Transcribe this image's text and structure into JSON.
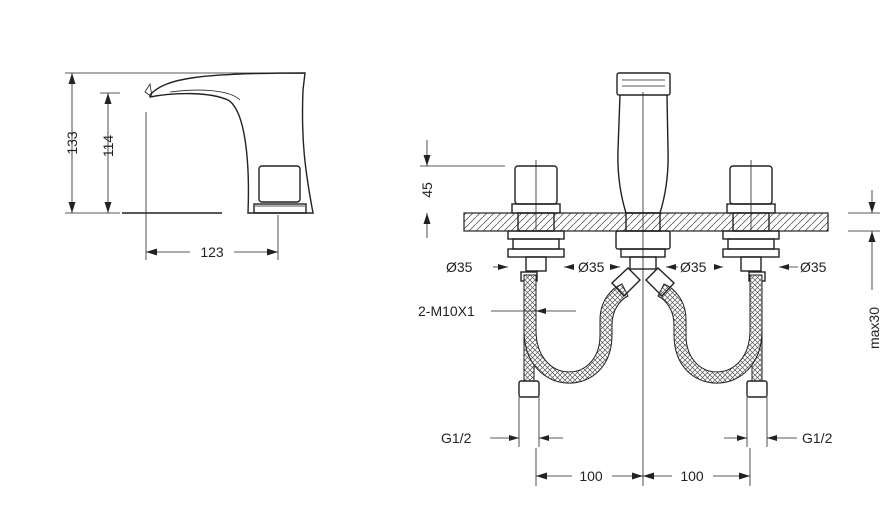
{
  "side_view": {
    "height_total": "133",
    "height_spout": "114",
    "spout_reach": "123"
  },
  "front_view": {
    "deck_opening": "45",
    "hole_dia_1": "Ø35",
    "hole_dia_2": "Ø35",
    "hole_dia_3": "Ø35",
    "hole_dia_4": "Ø35",
    "thread": "2-M10X1",
    "deck_thickness": "max30",
    "connection_left": "G1/2",
    "connection_right": "G1/2",
    "spacing_left": "100",
    "spacing_right": "100"
  }
}
